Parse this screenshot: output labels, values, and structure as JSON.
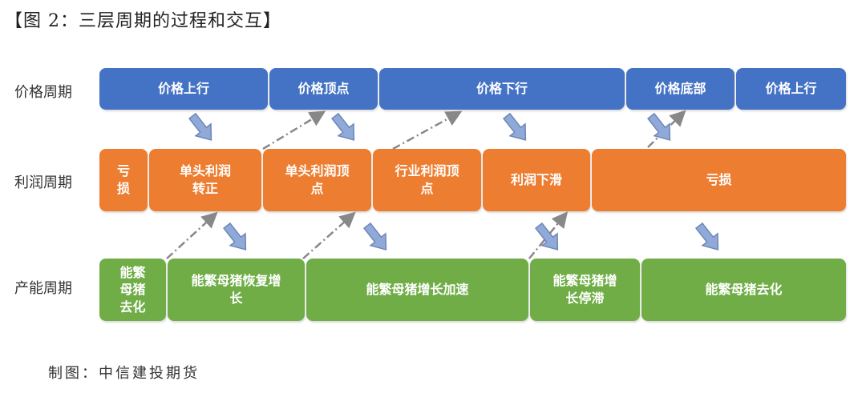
{
  "title": "【图 2：三层周期的过程和交互】",
  "rows": {
    "price": {
      "label": "价格周期",
      "boxes": [
        "价格上行",
        "价格顶点",
        "价格下行",
        "价格底部",
        "价格上行"
      ]
    },
    "profit": {
      "label": "利润周期",
      "boxes": [
        "亏\n损",
        "单头利润\n转正",
        "单头利润顶\n点",
        "行业利润顶\n点",
        "利润下滑",
        "亏损"
      ]
    },
    "capacity": {
      "label": "产能周期",
      "boxes": [
        "能繁\n母猪\n去化",
        "能繁母猪恢复增\n长",
        "能繁母猪增长加速",
        "能繁母猪增\n长停滞",
        "能繁母猪去化"
      ]
    }
  },
  "source": "制图：中信建投期货",
  "colors": {
    "price": "#4472C4",
    "profit": "#ED7D31",
    "capacity": "#70AD47",
    "arrow": "#8FA9D8"
  }
}
